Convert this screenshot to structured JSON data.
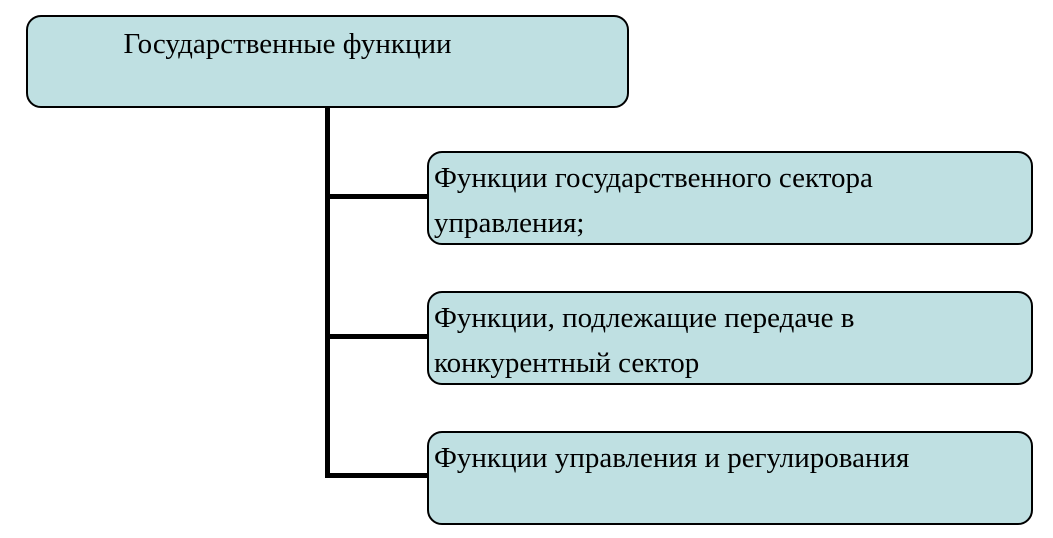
{
  "diagram": {
    "root": {
      "label": "Государственные функции"
    },
    "children": [
      {
        "label": "Функции государственного сектора\nуправления;"
      },
      {
        "label": "Функции, подлежащие передаче в\nконкурентный сектор"
      },
      {
        "label": "Функции управления и регулирования"
      }
    ],
    "colors": {
      "background": "#ffffff",
      "node_fill": "#bfe0e2",
      "node_border": "#000000",
      "connector": "#000000"
    }
  }
}
